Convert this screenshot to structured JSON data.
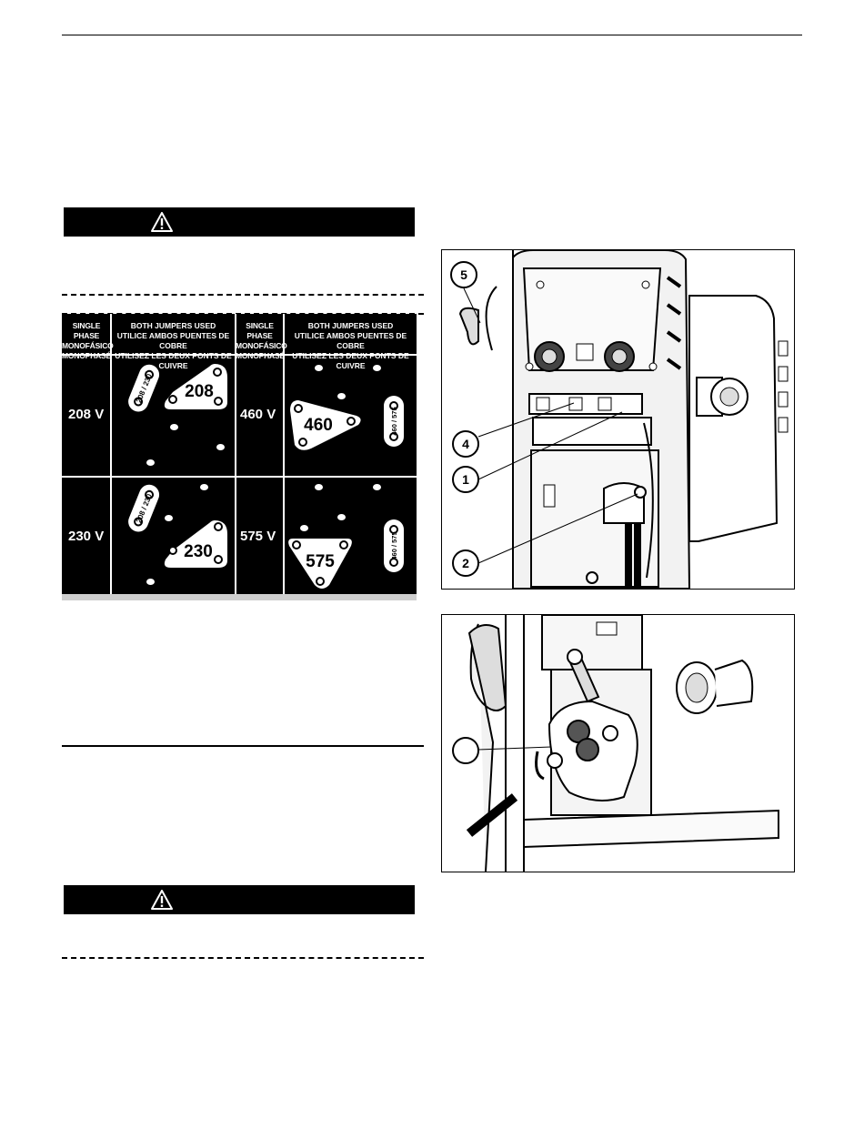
{
  "jumper_table": {
    "headers": {
      "single_phase": [
        "SINGLE PHASE",
        "MONOFÁSICO",
        "MONOPHASÉ"
      ],
      "both_jumpers": [
        "BOTH JUMPERS USED",
        "UTILICE AMBOS PUENTES DE COBRE",
        "UTILISEZ LES DEUX PONTS DE CUIVRE"
      ]
    },
    "voltages": {
      "v208": "208 V",
      "v230": "230 V",
      "v460": "460 V",
      "v575": "575 V"
    },
    "plates": {
      "p208": "208",
      "p230": "230",
      "p460": "460",
      "p575": "575",
      "link_208_230": "208 / 230",
      "link_460_575": "460 / 575"
    }
  },
  "figure1_callouts": [
    "5",
    "4",
    "1",
    "2"
  ],
  "icons": [
    "warning-triangle-icon"
  ]
}
